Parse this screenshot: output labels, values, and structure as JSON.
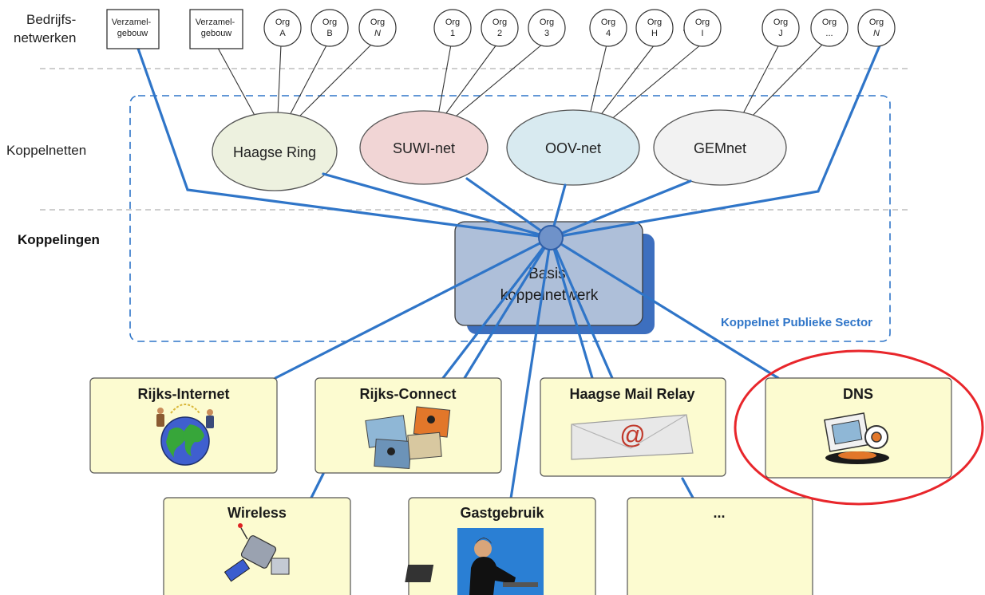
{
  "rows": {
    "bedrijfsnetwerken": [
      "Bedrijfs-",
      "netwerken"
    ],
    "koppelnetten": "Koppelnetten",
    "koppelingen": "Koppelingen"
  },
  "top_nodes": {
    "buildings": [
      {
        "id": "verzamel-1",
        "lines": [
          "Verzamel-",
          "gebouw"
        ]
      },
      {
        "id": "verzamel-2",
        "lines": [
          "Verzamel-",
          "gebouw"
        ]
      }
    ],
    "orgs": [
      {
        "id": "a",
        "org": "Org",
        "label": "A",
        "italic": false
      },
      {
        "id": "b",
        "org": "Org",
        "label": "B",
        "italic": false
      },
      {
        "id": "n1",
        "org": "Org",
        "label": "N",
        "italic": true
      },
      {
        "id": "1",
        "org": "Org",
        "label": "1",
        "italic": false
      },
      {
        "id": "2",
        "org": "Org",
        "label": "2",
        "italic": false
      },
      {
        "id": "3",
        "org": "Org",
        "label": "3",
        "italic": false
      },
      {
        "id": "4",
        "org": "Org",
        "label": "4",
        "italic": false
      },
      {
        "id": "h",
        "org": "Org",
        "label": "H",
        "italic": false
      },
      {
        "id": "i",
        "org": "Org",
        "label": "I",
        "italic": false
      },
      {
        "id": "j",
        "org": "Org",
        "label": "J",
        "italic": false
      },
      {
        "id": "dots",
        "org": "Org",
        "label": "...",
        "italic": false
      },
      {
        "id": "n2",
        "org": "Org",
        "label": "N",
        "italic": true
      }
    ]
  },
  "koppelnetten": [
    {
      "id": "haagse-ring",
      "label": "Haagse Ring",
      "fill": "#edf1df"
    },
    {
      "id": "suwi-net",
      "label": "SUWI-net",
      "fill": "#f1d5d5"
    },
    {
      "id": "oov-net",
      "label": "OOV-net",
      "fill": "#d8eaf0"
    },
    {
      "id": "gemnet",
      "label": "GEMnet",
      "fill": "#f2f2f2"
    }
  ],
  "basis": {
    "lines": [
      "Basis",
      "koppelnetwerk"
    ]
  },
  "koppelnet_label": "Koppelnet Publieke Sector",
  "services": [
    {
      "id": "rijks-internet",
      "label": "Rijks-Internet",
      "icon": "globe-icon"
    },
    {
      "id": "rijks-connect",
      "label": "Rijks-Connect",
      "icon": "puzzle-icon"
    },
    {
      "id": "haagse-mail-relay",
      "label": "Haagse Mail Relay",
      "icon": "mail-icon"
    },
    {
      "id": "dns",
      "label": "DNS",
      "icon": "server-icon"
    },
    {
      "id": "wireless",
      "label": "Wireless",
      "icon": "satellite-icon"
    },
    {
      "id": "gastgebruik",
      "label": "Gastgebruik",
      "icon": "laptop-user-icon"
    },
    {
      "id": "more",
      "label": "...",
      "icon": ""
    }
  ],
  "colors": {
    "line": "#2f75c8",
    "dashed_box": "#2f75c8",
    "service_fill": "#fcfbd0",
    "basis_fill": "#aebfd9",
    "basis_shadow": "#3d6fbf",
    "highlight": "#e8262b"
  }
}
